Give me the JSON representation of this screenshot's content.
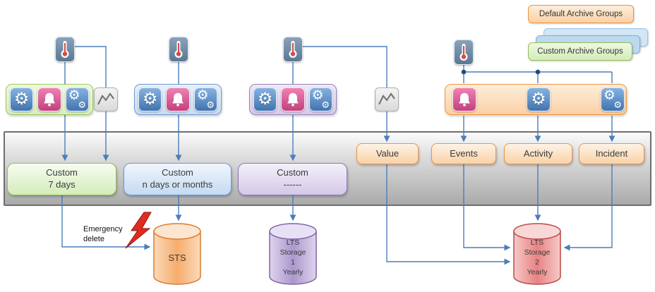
{
  "legend": {
    "default_archive_groups": "Default Archive Groups",
    "custom_archive_groups": "Custom Archive Groups"
  },
  "icons": {
    "gear_glyph": "⚙"
  },
  "retention_boxes": {
    "custom_green": "Custom\n7 days",
    "custom_blue": "Custom\nn days or months",
    "custom_purple": "Custom\n------"
  },
  "archive_types": {
    "value": "Value",
    "events": "Events",
    "activity": "Activity",
    "incident": "Incident"
  },
  "storage": {
    "sts": "STS",
    "lts1": "LTS\nStorage\n1\nYearly",
    "lts2": "LTS\nStorage\n2\nYearly"
  },
  "annotations": {
    "emergency_delete": "Emergency\ndelete"
  },
  "colors": {
    "connector": "#4a7ebb",
    "junction_dot": "#1f4e79",
    "orange_accent": "#f0953f",
    "green_accent": "#94c054",
    "blue_accent": "#6f9ad2",
    "purple_accent": "#8e79b4",
    "pink_icon": "#d6568c",
    "blue_icon": "#4f81bd",
    "sts_border": "#d97b2e",
    "lts1_border": "#8064a2",
    "lts2_border": "#b94a48",
    "emergency_bolt": "#e02b20"
  }
}
